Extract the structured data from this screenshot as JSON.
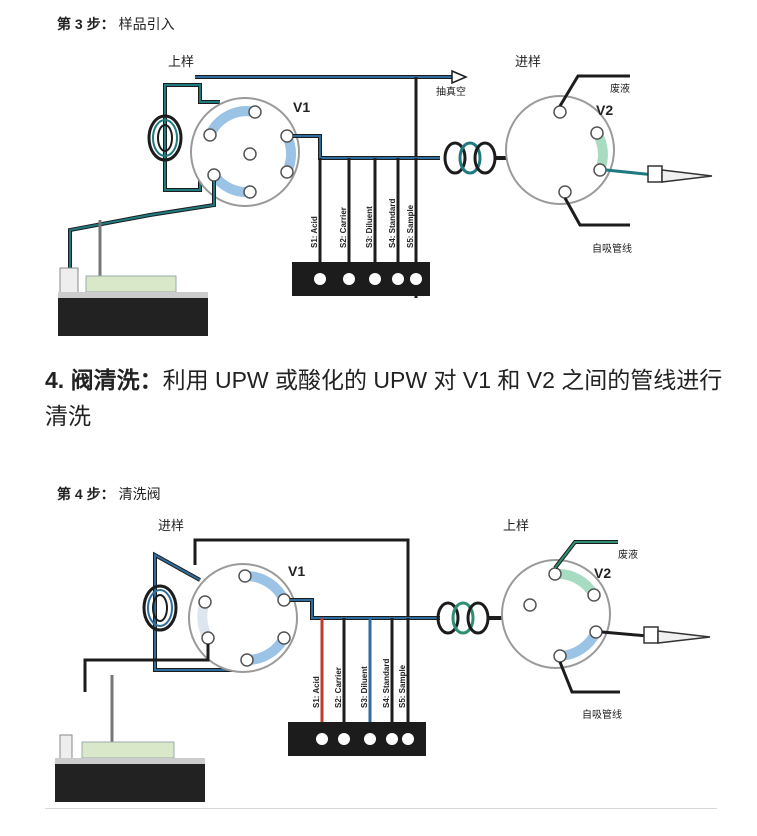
{
  "step3": {
    "title_strong": "第 3 步：",
    "title_rest": "样品引入",
    "labels": {
      "left_header": "上样",
      "right_header": "进样",
      "v1": "V1",
      "v2": "V2",
      "vacuum": "抽真空",
      "waste": "废液",
      "self_suction": "自吸管线"
    }
  },
  "section": {
    "strong": "4. 阀清洗：",
    "text": "利用 UPW 或酸化的 UPW 对 V1 和 V2 之间的管线进行清洗"
  },
  "step4": {
    "title_strong": "第 4 步：",
    "title_rest": "清洗阀",
    "labels": {
      "left_header": "进样",
      "right_header": "上样",
      "v1": "V1",
      "v2": "V2",
      "waste": "废液",
      "self_suction": "自吸管线"
    }
  },
  "solutions": [
    "S1: Acid",
    "S2: Carrier",
    "S3: Diluent",
    "S4: Standard",
    "S5: Sample"
  ],
  "colors": {
    "dark_line": "#1c1c1c",
    "blue_line": "#2f6d9e",
    "teal_line": "#1f7a80",
    "green_line": "#2e8f74",
    "valve_highlight": "#9ac3e6",
    "v2_green": "#a8dcc2",
    "acid_line": "#c0392b"
  }
}
